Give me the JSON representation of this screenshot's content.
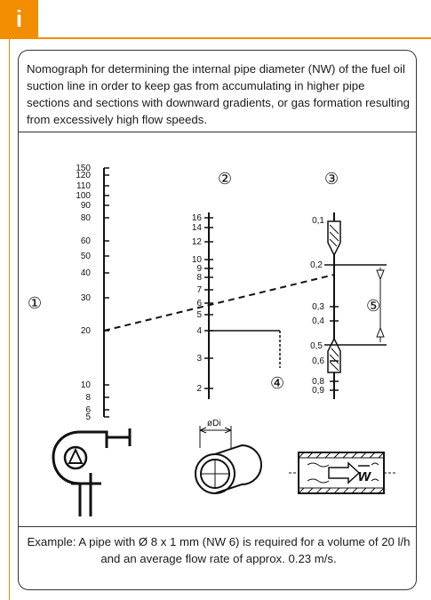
{
  "badge": {
    "label": "i",
    "color": "#f28c00"
  },
  "caption": "Nomograph for determining the internal pipe diameter (NW) of the fuel oil suction line in order to keep gas from accumulating in higher pipe sections and sections with downward gradients, or gas formation resulting from excessively high flow speeds.",
  "example": "Example: A pipe with Ø 8 x 1 mm (NW 6) is required for a volume of 20 l/h and an average flow rate of approx. 0.23 m/s.",
  "nomograph": {
    "scale1": {
      "marker": "①",
      "ticks": [
        "150",
        "120",
        "110",
        "100",
        "90",
        "80",
        "60",
        "50",
        "40",
        "30",
        "20",
        "10",
        "8",
        "6",
        "5"
      ]
    },
    "scale2": {
      "marker": "②",
      "ticks": [
        "16",
        "14",
        "12",
        "10",
        "9",
        "8",
        "7",
        "6",
        "5",
        "4",
        "3",
        "2"
      ]
    },
    "scale3": {
      "marker": "③",
      "ticks": [
        "0,1",
        "0,2",
        "0,3",
        "0,4",
        "0,5",
        "0,6",
        "0,8",
        "0,9"
      ]
    },
    "marker4": "④",
    "marker5": "⑤",
    "pipe_label": "øDi",
    "flow_label": "w"
  }
}
